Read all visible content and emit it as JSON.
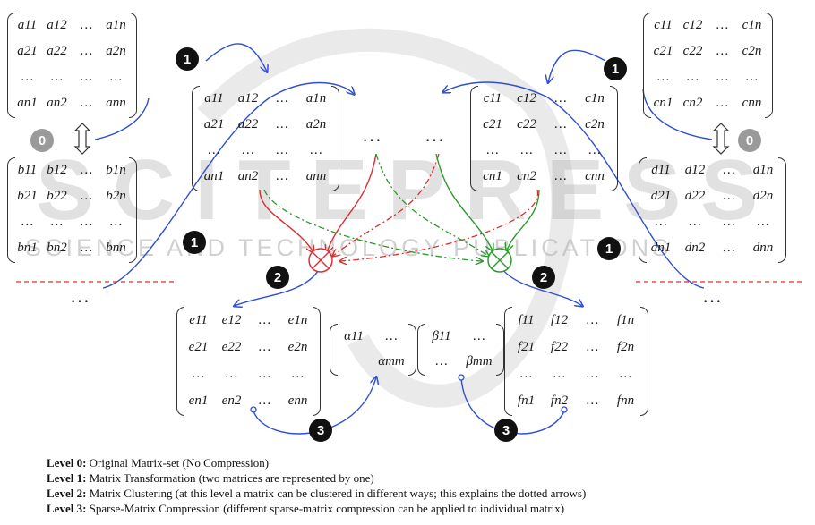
{
  "watermark": {
    "line1": "SCITEPRESS",
    "line2": "SCIENCE AND TECHNOLOGY PUBLICATIONS"
  },
  "badges": {
    "level0": "0",
    "level1": "1",
    "level2": "2",
    "level3": "3"
  },
  "ellipsis": "…",
  "matrices": {
    "a": [
      [
        "a11",
        "a12",
        "…",
        "a1n"
      ],
      [
        "a21",
        "a22",
        "…",
        "a2n"
      ],
      [
        "…",
        "…",
        "…",
        "…"
      ],
      [
        "an1",
        "an2",
        "…",
        "ann"
      ]
    ],
    "b": [
      [
        "b11",
        "b12",
        "…",
        "b1n"
      ],
      [
        "b21",
        "b22",
        "…",
        "b2n"
      ],
      [
        "…",
        "…",
        "…",
        "…"
      ],
      [
        "bn1",
        "bn2",
        "…",
        "bnn"
      ]
    ],
    "c": [
      [
        "c11",
        "c12",
        "…",
        "c1n"
      ],
      [
        "c21",
        "c22",
        "…",
        "c2n"
      ],
      [
        "…",
        "…",
        "…",
        "…"
      ],
      [
        "cn1",
        "cn2",
        "…",
        "cnn"
      ]
    ],
    "d": [
      [
        "d11",
        "d12",
        "…",
        "d1n"
      ],
      [
        "d21",
        "d22",
        "…",
        "d2n"
      ],
      [
        "…",
        "…",
        "…",
        "…"
      ],
      [
        "dn1",
        "dn2",
        "…",
        "dnn"
      ]
    ],
    "e": [
      [
        "e11",
        "e12",
        "…",
        "e1n"
      ],
      [
        "e21",
        "e22",
        "…",
        "e2n"
      ],
      [
        "…",
        "…",
        "…",
        "…"
      ],
      [
        "en1",
        "en2",
        "…",
        "enn"
      ]
    ],
    "f": [
      [
        "f11",
        "f12",
        "…",
        "f1n"
      ],
      [
        "f21",
        "f22",
        "…",
        "f2n"
      ],
      [
        "…",
        "…",
        "…",
        "…"
      ],
      [
        "fn1",
        "fn2",
        "…",
        "fnn"
      ]
    ],
    "alpha": [
      [
        "α11",
        "…"
      ],
      [
        "",
        "αmm"
      ]
    ],
    "beta": [
      [
        "β11",
        "…"
      ],
      [
        "…",
        "βmm"
      ]
    ]
  },
  "legend": [
    {
      "level": "Level 0:",
      "text": " Original Matrix-set (No Compression)"
    },
    {
      "level": "Level 1:",
      "text": " Matrix Transformation (two matrices are represented by one)"
    },
    {
      "level": "Level 2:",
      "text": " Matrix Clustering (at this level a matrix can be clustered in different ways; this explains the dotted arrows)"
    },
    {
      "level": "Level 3:",
      "text": " Sparse-Matrix Compression (different sparse-matrix compression can be applied to individual matrix)"
    }
  ],
  "colors": {
    "blue": "#2f4fd0",
    "red": "#d83030",
    "green": "#2a9a2a",
    "dashed_red": "#d83030"
  }
}
